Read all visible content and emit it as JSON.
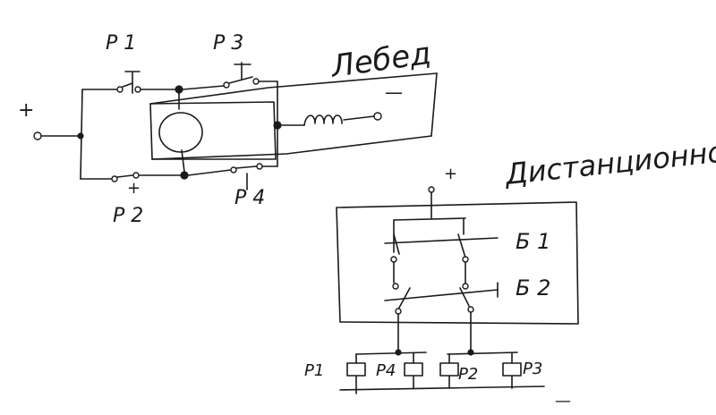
{
  "labels": {
    "plus_left": "+",
    "p1": "P 1",
    "p3": "P 3",
    "p2": "P 2",
    "p4": "P 4",
    "plus_p2": "+",
    "lebed": "Лебед",
    "minus_top": "—",
    "distance": "Дистанционно",
    "plus_right": "+",
    "b1": "Б 1",
    "b2": "Б 2",
    "r_p1": "P1",
    "r_p4": "P4",
    "r_p2": "P2",
    "r_p3": "P3",
    "minus_bottom": "—"
  },
  "colors": {
    "ink": "#1a1a1a",
    "paper": "#ffffff"
  }
}
